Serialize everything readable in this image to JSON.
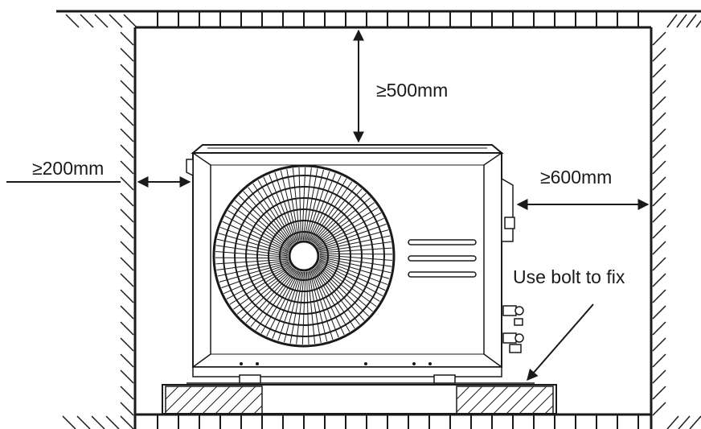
{
  "labels": {
    "top_clearance": "≥500mm",
    "left_clearance": "≥200mm",
    "right_clearance": "≥600mm",
    "bolt_note": "Use bolt to fix"
  },
  "colors": {
    "line": "#1a1a1a",
    "background": "#ffffff"
  }
}
